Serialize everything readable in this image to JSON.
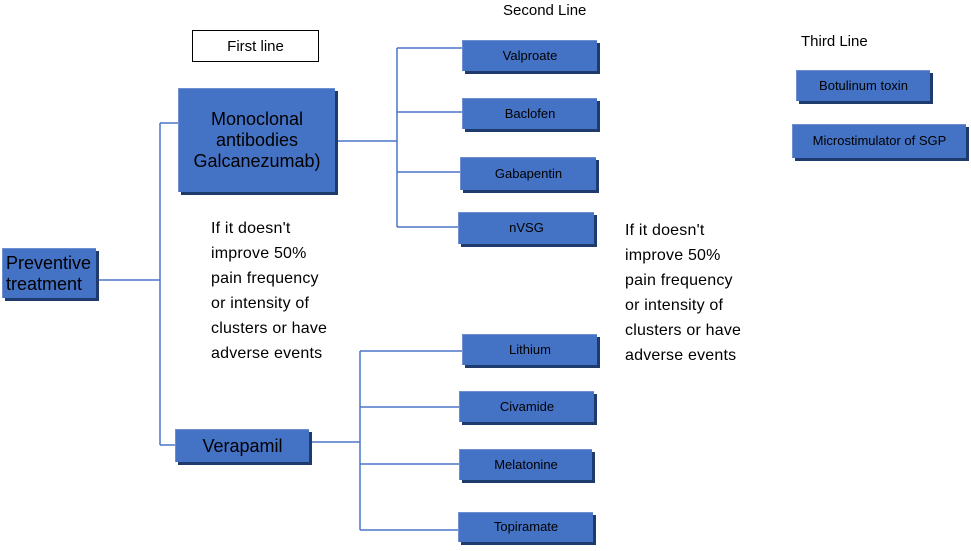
{
  "labels": {
    "first_line": "First line",
    "second_line": "Second Line",
    "third_line": "Third Line"
  },
  "root": {
    "label": "Preventive\ntreatment"
  },
  "first_line": {
    "monoclonal": "Monoclonal\nantibodies\nGalcanezumab)",
    "verapamil": "Verapamil"
  },
  "second_line": {
    "upper": [
      "Valproate",
      "Baclofen",
      "Gabapentin",
      "nVSG"
    ],
    "lower": [
      "Lithium",
      "Civamide",
      "Melatonine",
      "Topiramate"
    ]
  },
  "third_line": [
    "Botulinum toxin",
    "Microstimulator of SGP"
  ],
  "notes": {
    "left": "If it doesn't\nimprove  50%\npain frequency\nor intensity of\nclusters or have\nadverse events",
    "right": "If it doesn't\nimprove   50%\npain frequency\nor intensity of\nclusters or have\nadverse events"
  },
  "colors": {
    "box_fill": "#4472c4",
    "connector": "#4a76c6"
  }
}
